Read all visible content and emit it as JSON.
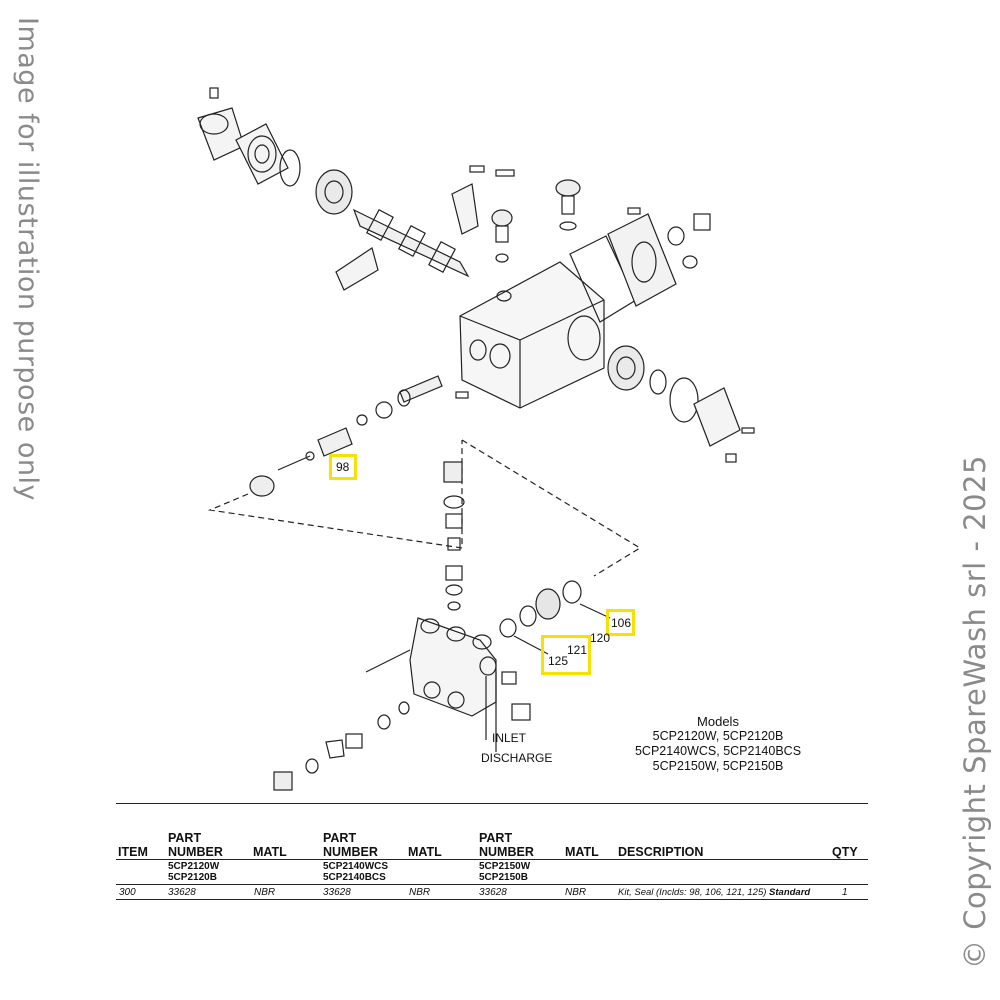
{
  "watermarks": {
    "left": "Image for illustration purpose only",
    "right": "© Copyright SpareWash srl - 2025"
  },
  "callouts": {
    "c98": "98",
    "c106": "106",
    "c120": "120",
    "c121": "121",
    "c125": "125",
    "inlet": "INLET",
    "discharge": "DISCHARGE"
  },
  "models": {
    "title": "Models",
    "lines": [
      "5CP2120W, 5CP2120B",
      "5CP2140WCS, 5CP2140BCS",
      "5CP2150W, 5CP2150B"
    ]
  },
  "table": {
    "headers": {
      "item": "ITEM",
      "part": "PART",
      "number": "NUMBER",
      "matl": "MATL",
      "description": "DESCRIPTION",
      "qty": "QTY"
    },
    "group1": [
      "5CP2120W",
      "5CP2120B"
    ],
    "group2": [
      "5CP2140WCS",
      "5CP2140BCS"
    ],
    "group3": [
      "5CP2150W",
      "5CP2150B"
    ],
    "row": {
      "item": "300",
      "part1": "33628",
      "matl1": "NBR",
      "part2": "33628",
      "matl2": "NBR",
      "part3": "33628",
      "matl3": "NBR",
      "description": "Kit, Seal (Inclds: 98, 106, 121, 125)",
      "description_strong": "Standard",
      "qty": "1"
    }
  },
  "colors": {
    "highlight": "#f2e300",
    "watermark": "#8a8a8a",
    "line": "#222222"
  }
}
